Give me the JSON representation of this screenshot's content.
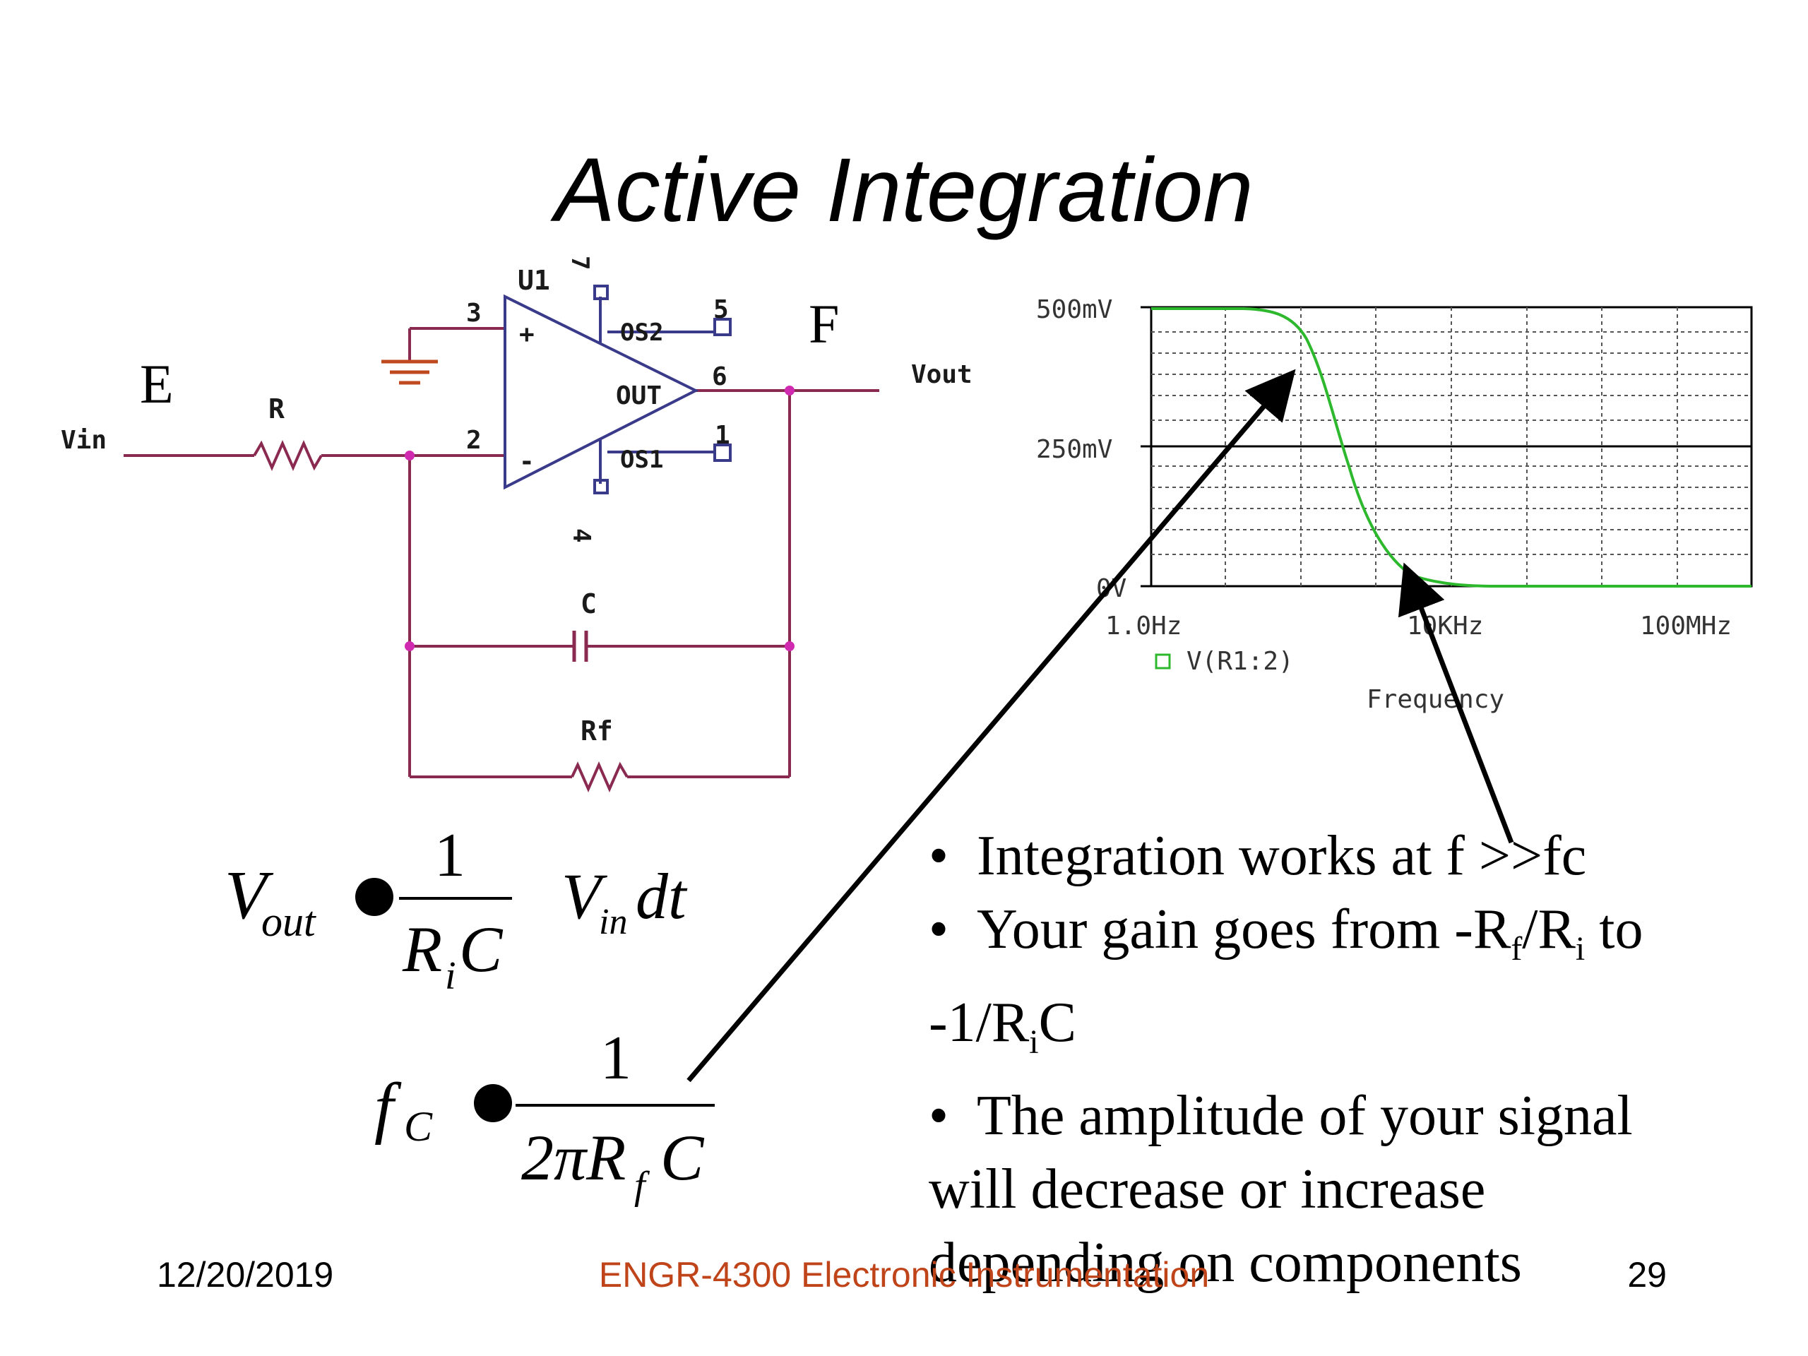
{
  "slide": {
    "title": "Active Integration",
    "circuit": {
      "node_e": "E",
      "node_f": "F",
      "vin": "Vin",
      "vout": "Vout",
      "resistor_r": "R",
      "capacitor_c": "C",
      "resistor_rf": "Rf",
      "opamp_ref": "U1",
      "plus_sign": "+",
      "minus_sign": "-",
      "pin_3": "3",
      "pin_2": "2",
      "pin_6": "6",
      "pin_5": "5",
      "pin_1": "1",
      "pin_7": "7",
      "pin_4": "4",
      "label_os2": "OS2",
      "label_os1": "OS1",
      "label_out": "OUT"
    },
    "plot": {
      "y_tick_top": "500mV",
      "y_tick_mid": "250mV",
      "y_tick_bottom": "0V",
      "x_tick_left": "1.0Hz",
      "x_tick_mid": "10KHz",
      "x_tick_right": "100MHz",
      "legend": "V(R1:2)",
      "xlabel": "Frequency",
      "line_color": "#2db82d"
    },
    "formula_vout": {
      "lhs": "V",
      "lhs_sub": "out",
      "numerator": "1",
      "denominator": "R",
      "denominator_sub": "i",
      "denominator_tail": "C",
      "integrand": "V",
      "integrand_sub": "in",
      "differential": "dt"
    },
    "formula_fc": {
      "lhs": "f",
      "lhs_sub": "C",
      "numerator": "1",
      "denominator": "2πR",
      "denominator_sub": "f",
      "denominator_tail": "C"
    },
    "bullets": {
      "b1": "Integration works at f >>fc",
      "b2_a": "Your gain goes from -R",
      "b2_sub1": "f",
      "b2_b": "/R",
      "b2_sub2": "i",
      "b2_c": " to",
      "b2_d": "-1/R",
      "b2_sub3": "i",
      "b2_e": "C",
      "b3_a": "The amplitude of your signal",
      "b3_b": "will decrease or increase",
      "b3_c": "depending on components"
    },
    "footer": {
      "date": "12/20/2019",
      "course": "ENGR-4300  Electronic Instrumentation",
      "page": "29",
      "course_color": "#c0441a"
    }
  }
}
